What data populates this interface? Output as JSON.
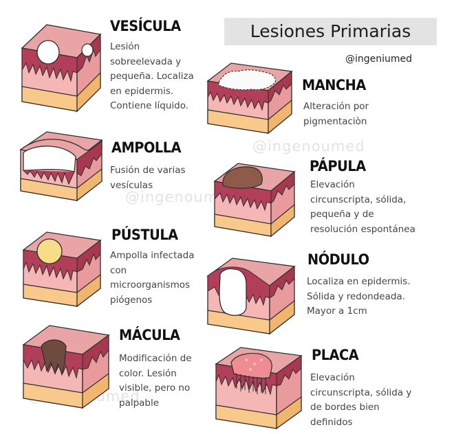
{
  "title": "Lesiones Primarias",
  "handle": "@ingeniumed",
  "watermarks": [
    "@ingenoumed",
    "@ingenoumed",
    "@ingenoumed"
  ],
  "colors": {
    "top_skin": "#e9a4a5",
    "front_skin": "#f4b7b5",
    "side_skin": "#e89a9c",
    "dermis_ridge": "#b13f5a",
    "subcutaneous": "#f8c98a",
    "outline": "#2c2c2c",
    "title_bg": "#e3e3e3",
    "vesicle": "#ffffff",
    "pustule": "#f7dd8a",
    "macule": "#6f4a3f",
    "papule": "#8e5a4a",
    "plaque": "#ef8c92"
  },
  "lesions": [
    {
      "heading": "VESÍCULA",
      "icon": "vesicula-illustration",
      "lines": [
        "Lesión",
        "sobreelevada y",
        "pequeña. Localiza",
        "en epidermis.",
        "Contiene líquido."
      ]
    },
    {
      "heading": "AMPOLLA",
      "icon": "ampolla-illustration",
      "lines": [
        "Fusión de varias",
        "vesículas"
      ]
    },
    {
      "heading": "PÚSTULA",
      "icon": "pustula-illustration",
      "lines": [
        "Ampolla infectada",
        "con",
        "microorganismos",
        "piógenos"
      ]
    },
    {
      "heading": "MÁCULA",
      "icon": "macula-illustration",
      "lines": [
        "Modificación de",
        "color. Lesión",
        "visible, pero no",
        "palpable"
      ]
    },
    {
      "heading": "MANCHA",
      "icon": "mancha-illustration",
      "lines": [
        "Alteración por",
        "pigmentaciòn"
      ]
    },
    {
      "heading": "PÁPULA",
      "icon": "papula-illustration",
      "lines": [
        "Elevación",
        "circunscripta, sólida,",
        "pequeña y de",
        "resolución espontánea"
      ]
    },
    {
      "heading": "NÓDULO",
      "icon": "nodulo-illustration",
      "lines": [
        "Localiza en epidermis.",
        "Sólida y redondeada.",
        "Mayor a 1cm"
      ]
    },
    {
      "heading": "PLACA",
      "icon": "placa-illustration",
      "lines": [
        "Elevación",
        "circunscripta, sólida y",
        "de bordes bien",
        "definidos"
      ]
    }
  ]
}
